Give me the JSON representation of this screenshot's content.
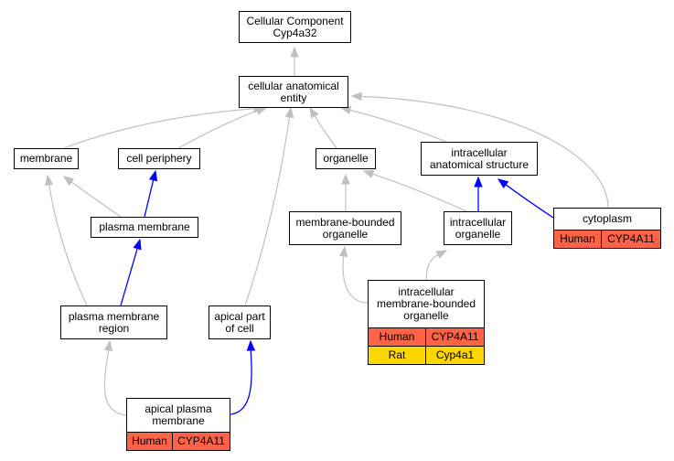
{
  "nodes": {
    "root": {
      "label": "Cellular Component\nCyp4a32"
    },
    "cae": {
      "label": "cellular anatomical\nentity"
    },
    "membrane": {
      "label": "membrane"
    },
    "cell_periphery": {
      "label": "cell periphery"
    },
    "organelle": {
      "label": "organelle"
    },
    "intracellular_structure": {
      "label": "intracellular\nanatomical structure"
    },
    "plasma_membrane": {
      "label": "plasma membrane"
    },
    "mb_organelle": {
      "label": "membrane-bounded\norganelle"
    },
    "intracellular_organelle": {
      "label": "intracellular\norganelle"
    },
    "cytoplasm": {
      "label": "cytoplasm",
      "annotations": [
        {
          "species": "Human",
          "gene": "CYP4A11",
          "color": "#ff6347"
        }
      ]
    },
    "pm_region": {
      "label": "plasma membrane\nregion"
    },
    "apical_part": {
      "label": "apical part\nof cell"
    },
    "imb_organelle": {
      "label": "intracellular\nmembrane-bounded\norganelle",
      "annotations": [
        {
          "species": "Human",
          "gene": "CYP4A11",
          "color": "#ff6347"
        },
        {
          "species": "Rat",
          "gene": "Cyp4a1",
          "color": "#ffd700"
        }
      ]
    },
    "apical_pm": {
      "label": "apical plasma\nmembrane",
      "annotations": [
        {
          "species": "Human",
          "gene": "CYP4A11",
          "color": "#ff6347"
        }
      ]
    }
  },
  "edges": [
    {
      "from": "cae",
      "to": "root",
      "kind": "is_a"
    },
    {
      "from": "membrane",
      "to": "cae",
      "kind": "is_a"
    },
    {
      "from": "cell_periphery",
      "to": "cae",
      "kind": "is_a"
    },
    {
      "from": "organelle",
      "to": "cae",
      "kind": "is_a"
    },
    {
      "from": "intracellular_structure",
      "to": "cae",
      "kind": "is_a"
    },
    {
      "from": "cytoplasm",
      "to": "cae",
      "kind": "is_a"
    },
    {
      "from": "apical_part",
      "to": "cae",
      "kind": "is_a"
    },
    {
      "from": "plasma_membrane",
      "to": "membrane",
      "kind": "is_a"
    },
    {
      "from": "plasma_membrane",
      "to": "cell_periphery",
      "kind": "part_of"
    },
    {
      "from": "mb_organelle",
      "to": "organelle",
      "kind": "is_a"
    },
    {
      "from": "intracellular_organelle",
      "to": "organelle",
      "kind": "is_a"
    },
    {
      "from": "intracellular_organelle",
      "to": "intracellular_structure",
      "kind": "part_of"
    },
    {
      "from": "cytoplasm",
      "to": "intracellular_structure",
      "kind": "part_of"
    },
    {
      "from": "pm_region",
      "to": "membrane",
      "kind": "is_a"
    },
    {
      "from": "pm_region",
      "to": "plasma_membrane",
      "kind": "part_of"
    },
    {
      "from": "imb_organelle",
      "to": "mb_organelle",
      "kind": "is_a"
    },
    {
      "from": "imb_organelle",
      "to": "intracellular_organelle",
      "kind": "is_a"
    },
    {
      "from": "apical_pm",
      "to": "pm_region",
      "kind": "is_a"
    },
    {
      "from": "apical_pm",
      "to": "apical_part",
      "kind": "part_of"
    }
  ],
  "edge_colors": {
    "is_a": "#c0c0c0",
    "part_of": "#0000ff"
  }
}
